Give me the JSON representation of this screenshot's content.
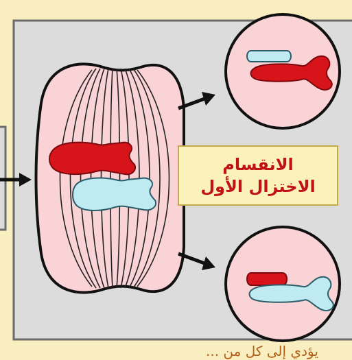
{
  "diagram": {
    "label_lines": [
      "الانقسام",
      "الاختزال الأول"
    ],
    "bottom_caption": "يؤدي إلى كل من ...",
    "colors": {
      "background": "#f8eec0",
      "panel": "#dcdcdc",
      "cell_fill": "#f9d3d6",
      "red_chromosome": "#d7141a",
      "blue_chromosome": "#bfeaf2",
      "outline": "#111111",
      "label_text": "#c1121a",
      "label_bg": "#fbf2b9"
    }
  }
}
